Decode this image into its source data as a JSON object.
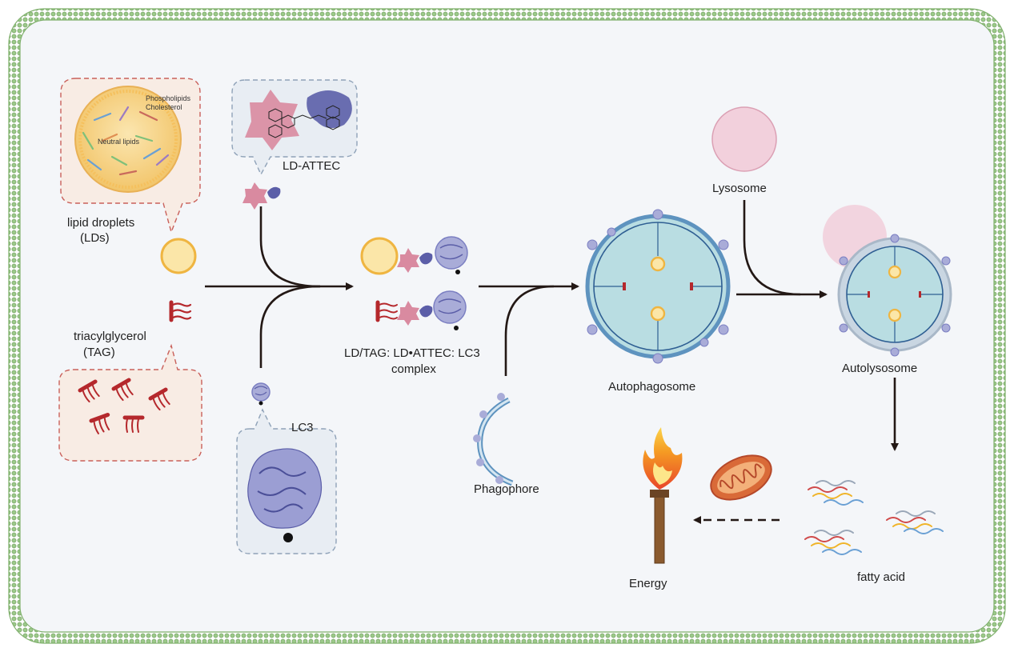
{
  "labels": {
    "lipid_droplets_line1": "lipid droplets",
    "lipid_droplets_line2": "(LDs)",
    "phospholipids": "Phospholipids",
    "cholesterol": "Cholesterol",
    "neutral_lipids": "Neutral lipids",
    "ld_attec": "LD-ATTEC",
    "tag_line1": "triacylglycerol",
    "tag_line2": "(TAG)",
    "lc3": "LC3",
    "complex_line1": "LD/TAG: LD•ATTEC: LC3",
    "complex_line2": "complex",
    "phagophore": "Phagophore",
    "autophagosome": "Autophagosome",
    "lysosome": "Lysosome",
    "autolysosome": "Autolysosome",
    "fatty_acid": "fatty acid",
    "energy": "Energy"
  },
  "colors": {
    "membrane": "#8fbf7a",
    "cytoplasm": "#f4f6f9",
    "lipid_droplet": "#f5c25a",
    "tag": "#b5282c",
    "lc3_protein": "#7b7fc2",
    "attec_pink": "#d98aa0",
    "attec_blue": "#5b5ea8",
    "autophagosome_fill": "#b9dde2",
    "autophagosome_ring": "#5e93bf",
    "lysosome": "#f2d0dc",
    "arrow": "#231815"
  },
  "icons": {
    "flame": "torch-flame-icon",
    "mitochondrion": "mitochondrion-icon"
  }
}
